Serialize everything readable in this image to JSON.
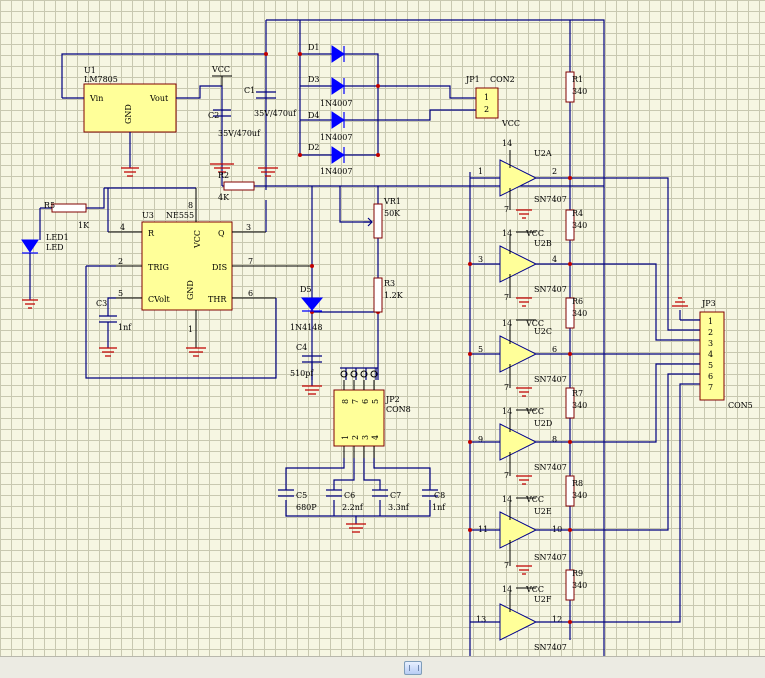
{
  "labels": {
    "u1_ref": "U1",
    "u1_part": "LM7805",
    "u1_vin": "Vin",
    "u1_vout": "Vout",
    "u1_gnd": "GND",
    "vcc": "VCC",
    "c1_ref": "C1",
    "c1_val": "35V/470uf",
    "c2_ref": "C2",
    "c2_val": "35V/470uf",
    "d1": "D1",
    "d2": "D2",
    "d3": "D3",
    "d4": "D4",
    "diode_part": "1N4007",
    "jp1_ref": "JP1",
    "jp1_name": "CON2",
    "jp1_p1": "1",
    "jp1_p2": "2",
    "r2_ref": "R2",
    "r2_val": "4K",
    "r5_ref": "R5",
    "r5_val": "1K",
    "led_ref": "LED1",
    "led_val": "LED",
    "u3_ref": "U3",
    "u3_part": "NE555",
    "u3_r": "R",
    "u3_vcc": "VCC",
    "u3_q": "Q",
    "u3_trig": "TRIG",
    "u3_dis": "DIS",
    "u3_cvolt": "CVolt",
    "u3_thr": "THR",
    "u3_gnd": "GND",
    "pin_4": "4",
    "pin_8": "8",
    "pin_3": "3",
    "pin_2": "2",
    "pin_7": "7",
    "pin_5": "5",
    "pin_6": "6",
    "pin_1": "1",
    "c3_ref": "C3",
    "c3_val": "1nf",
    "vr1_ref": "VR1",
    "vr1_val": "50K",
    "r3_ref": "R3",
    "r3_val": "1.2K",
    "d5_ref": "D5",
    "d5_val": "1N4148",
    "c4_ref": "C4",
    "c4_val": "510pf",
    "jp2_ref": "JP2",
    "jp2_name": "CON8",
    "c5_ref": "C5",
    "c5_val": "680P",
    "c6_ref": "C6",
    "c6_val": "2.2nf",
    "c7_ref": "C7",
    "c7_val": "3.3nf",
    "c8_ref": "C8",
    "c8_val": "1nf",
    "gate_part": "SN7407",
    "u2a": "U2A",
    "u2b": "U2B",
    "u2c": "U2C",
    "u2d": "U2D",
    "u2e": "U2E",
    "u2f": "U2F",
    "r1_ref": "R1",
    "r4_ref": "R4",
    "r6_ref": "R6",
    "r7_ref": "R7",
    "r8_ref": "R8",
    "r9_ref": "R9",
    "r_val": "340",
    "jp3_ref": "JP3",
    "jp3_name": "CON5",
    "jp3_pins": [
      "1",
      "2",
      "3",
      "4",
      "5",
      "6",
      "7"
    ],
    "jp2_top_pins": [
      "8",
      "7",
      "6",
      "5"
    ],
    "jp2_bot_pins": [
      "1",
      "2",
      "3",
      "4"
    ],
    "gate_in_pins": [
      "1",
      "3",
      "5",
      "9",
      "11",
      "13"
    ],
    "gate_out_pins": [
      "2",
      "4",
      "6",
      "8",
      "10",
      "12"
    ],
    "gate_vcc_pin": "14",
    "gate_gnd_pin": "7"
  }
}
